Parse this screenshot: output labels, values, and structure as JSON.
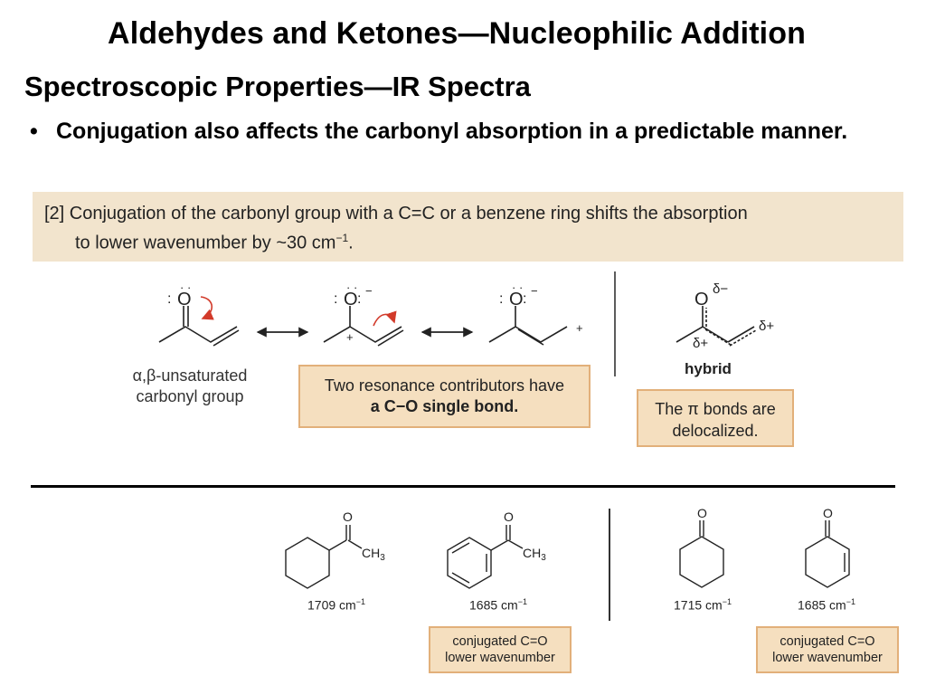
{
  "title": "Aldehydes and Ketones—Nucleophilic Addition",
  "subtitle": "Spectroscopic Properties—IR Spectra",
  "bullet": {
    "symbol": "•",
    "text": "Conjugation also affects the carbonyl absorption in a predictable manner."
  },
  "banner": {
    "line1": "[2] Conjugation of the carbonyl group with a C=C or a benzene ring shifts the absorption",
    "line2_pre": "to lower wavenumber by ~30 cm",
    "line2_sup": "−1",
    "line2_post": "."
  },
  "resonance": {
    "unsaturated_label_1": "α,β-unsaturated",
    "unsaturated_label_2": "carbonyl group",
    "box_line1": "Two resonance contributors have",
    "box_line2": "a C−O single bond.",
    "hybrid_label": "hybrid",
    "hybrid_box_line1": "The π bonds are",
    "hybrid_box_line2": "delocalized."
  },
  "compounds": [
    {
      "freq": "1709 cm",
      "unit_sup": "−1"
    },
    {
      "freq": "1685 cm",
      "unit_sup": "−1"
    },
    {
      "freq": "1715 cm",
      "unit_sup": "−1"
    },
    {
      "freq": "1685 cm",
      "unit_sup": "−1"
    }
  ],
  "conj_boxes": [
    {
      "line1": "conjugated C=O",
      "line2": "lower wavenumber"
    },
    {
      "line1": "conjugated C=O",
      "line2": "lower wavenumber"
    }
  ],
  "atom_labels": {
    "O": "O",
    "CH3": "CH",
    "CH3_sub": "3",
    "minus": "−",
    "plus": "+",
    "delta": "δ",
    "dminus": "δ−",
    "dplus": "δ+"
  },
  "colors": {
    "banner_bg": "#f2e4cd",
    "box_bg": "#f5dfbf",
    "box_border": "#e2b07a",
    "arrow_red": "#d23a2a"
  }
}
